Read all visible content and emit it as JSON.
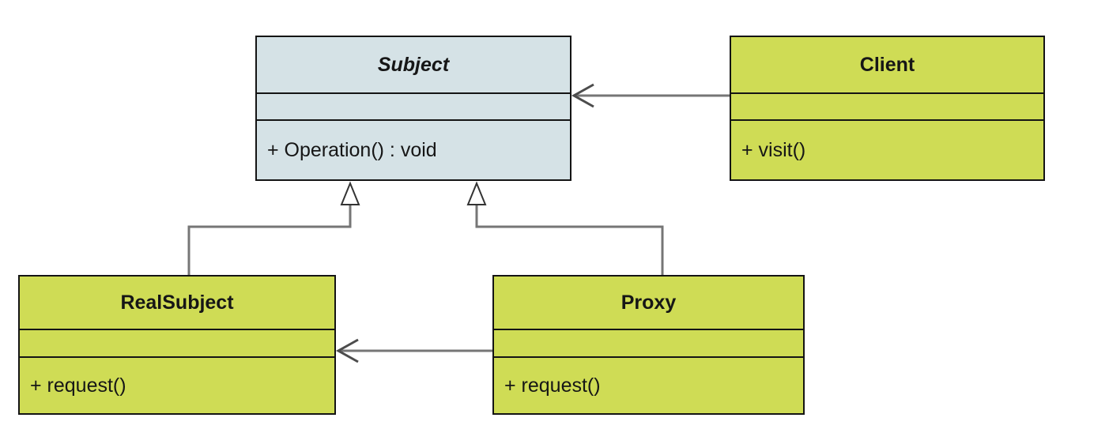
{
  "diagram": {
    "classes": {
      "subject": {
        "name": "Subject",
        "stereotype": "abstract",
        "attributes": "",
        "method": "+ Operation() : void",
        "fill": "#d5e2e6"
      },
      "client": {
        "name": "Client",
        "attributes": "",
        "method": "+ visit()",
        "fill": "#cfdc55"
      },
      "realsubject": {
        "name": "RealSubject",
        "attributes": "",
        "method": "+ request()",
        "fill": "#cfdc55"
      },
      "proxy": {
        "name": "Proxy",
        "attributes": "",
        "method": "+ request()",
        "fill": "#cfdc55"
      }
    },
    "relationships": [
      {
        "from": "Client",
        "to": "Subject",
        "type": "association"
      },
      {
        "from": "RealSubject",
        "to": "Subject",
        "type": "generalization"
      },
      {
        "from": "Proxy",
        "to": "Subject",
        "type": "generalization"
      },
      {
        "from": "Proxy",
        "to": "RealSubject",
        "type": "association"
      }
    ],
    "colors": {
      "abstract_class_fill": "#d5e2e6",
      "concrete_class_fill": "#cfdc55",
      "box_border": "#141414",
      "connector_line": "#767676",
      "arrowhead": "#4c4c4c",
      "background": "#ffffff"
    }
  }
}
